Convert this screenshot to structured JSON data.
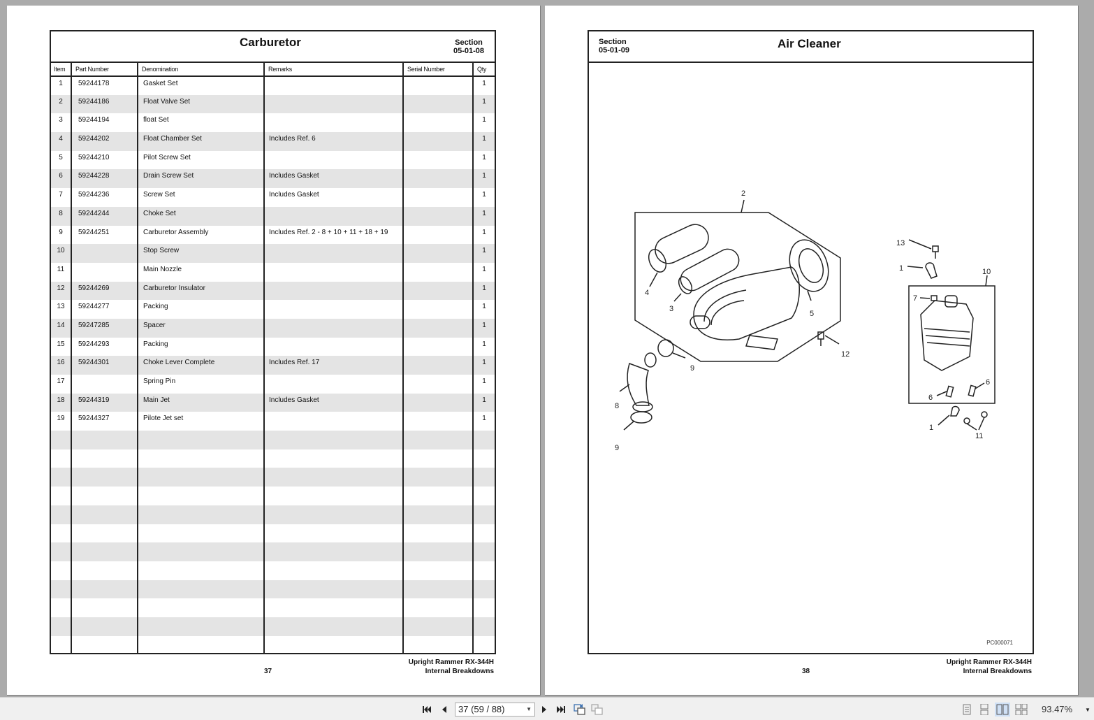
{
  "left_page": {
    "title": "Carburetor",
    "section_label": "Section",
    "section_number": "05-01-08",
    "columns": [
      "Item",
      "Part Number",
      "Denomination",
      "Remarks",
      "Serial Number",
      "Qty"
    ],
    "rows": [
      {
        "item": "1",
        "part": "59244178",
        "denom": "Gasket Set",
        "remarks": "",
        "serial": "",
        "qty": "1"
      },
      {
        "item": "2",
        "part": "59244186",
        "denom": "Float Valve Set",
        "remarks": "",
        "serial": "",
        "qty": "1"
      },
      {
        "item": "3",
        "part": "59244194",
        "denom": "float Set",
        "remarks": "",
        "serial": "",
        "qty": "1"
      },
      {
        "item": "4",
        "part": "59244202",
        "denom": "Float Chamber Set",
        "remarks": "Includes Ref. 6",
        "serial": "",
        "qty": "1"
      },
      {
        "item": "5",
        "part": "59244210",
        "denom": "Pilot Screw Set",
        "remarks": "",
        "serial": "",
        "qty": "1"
      },
      {
        "item": "6",
        "part": "59244228",
        "denom": "Drain Screw Set",
        "remarks": "Includes Gasket",
        "serial": "",
        "qty": "1"
      },
      {
        "item": "7",
        "part": "59244236",
        "denom": "Screw Set",
        "remarks": "Includes Gasket",
        "serial": "",
        "qty": "1"
      },
      {
        "item": "8",
        "part": "59244244",
        "denom": "Choke Set",
        "remarks": "",
        "serial": "",
        "qty": "1"
      },
      {
        "item": "9",
        "part": "59244251",
        "denom": "Carburetor Assembly",
        "remarks": "Includes Ref. 2 - 8 + 10 + 11 + 18 + 19",
        "serial": "",
        "qty": "1"
      },
      {
        "item": "10",
        "part": "",
        "denom": "Stop Screw",
        "remarks": "",
        "serial": "",
        "qty": "1"
      },
      {
        "item": "11",
        "part": "",
        "denom": "Main Nozzle",
        "remarks": "",
        "serial": "",
        "qty": "1"
      },
      {
        "item": "12",
        "part": "59244269",
        "denom": "Carburetor Insulator",
        "remarks": "",
        "serial": "",
        "qty": "1"
      },
      {
        "item": "13",
        "part": "59244277",
        "denom": "Packing",
        "remarks": "",
        "serial": "",
        "qty": "1"
      },
      {
        "item": "14",
        "part": "59247285",
        "denom": "Spacer",
        "remarks": "",
        "serial": "",
        "qty": "1"
      },
      {
        "item": "15",
        "part": "59244293",
        "denom": "Packing",
        "remarks": "",
        "serial": "",
        "qty": "1"
      },
      {
        "item": "16",
        "part": "59244301",
        "denom": "Choke Lever Complete",
        "remarks": "Includes Ref. 17",
        "serial": "",
        "qty": "1"
      },
      {
        "item": "17",
        "part": "",
        "denom": "Spring Pin",
        "remarks": "",
        "serial": "",
        "qty": "1"
      },
      {
        "item": "18",
        "part": "59244319",
        "denom": "Main Jet",
        "remarks": "Includes Gasket",
        "serial": "",
        "qty": "1"
      },
      {
        "item": "19",
        "part": "59244327",
        "denom": "Pilote Jet set",
        "remarks": "",
        "serial": "",
        "qty": "1"
      }
    ],
    "empty_rows": 12,
    "page_number": "37",
    "footer_line1": "Upright Rammer RX-344H",
    "footer_line2": "Internal Breakdowns"
  },
  "right_page": {
    "title": "Air Cleaner",
    "section_label": "Section",
    "section_number": "05-01-09",
    "diagram_code": "PC000071",
    "callouts": [
      "2",
      "4",
      "3",
      "5",
      "12",
      "9",
      "8",
      "9",
      "13",
      "1",
      "10",
      "7",
      "6",
      "6",
      "1",
      "11"
    ],
    "page_number": "38",
    "footer_line1": "Upright Rammer RX-344H",
    "footer_line2": "Internal Breakdowns"
  },
  "toolbar": {
    "page_indicator": "37 (59 / 88)",
    "zoom": "93.47%",
    "icons": [
      "first-page-icon",
      "prev-page-icon",
      "next-page-icon",
      "last-page-icon",
      "previous-view-icon",
      "next-view-icon",
      "single-page-icon",
      "continuous-icon",
      "two-page-icon",
      "two-page-continuous-icon"
    ]
  }
}
